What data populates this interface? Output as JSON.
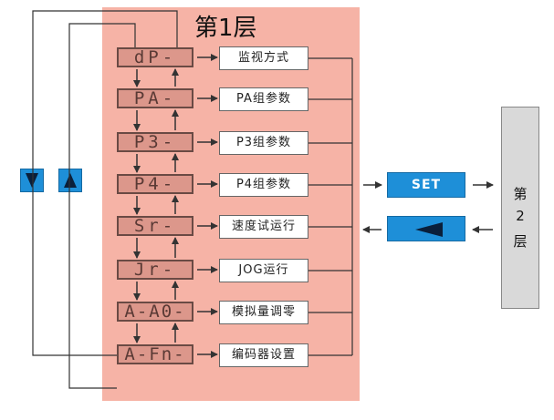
{
  "title": "第1层",
  "menu": [
    {
      "code": "dP-",
      "label": "监视方式"
    },
    {
      "code": "PA-",
      "label": "PA组参数"
    },
    {
      "code": "P3-",
      "label": "P3组参数"
    },
    {
      "code": "P4-",
      "label": "P4组参数"
    },
    {
      "code": "Sr-",
      "label": "速度试运行"
    },
    {
      "code": "Jr-",
      "label": "JOG运行"
    },
    {
      "code": "A-A0-",
      "label": "模拟量调零"
    },
    {
      "code": "A-Fn-",
      "label": "编码器设置"
    }
  ],
  "set_label": "SET",
  "layer2": {
    "line1": "第",
    "line2": "2",
    "line3": "层"
  },
  "colors": {
    "panel": "#f6b3a6",
    "code_box": "#dc978b",
    "button": "#1e8fd8",
    "layer2_box": "#d9d9d9"
  },
  "icons": {
    "down": "triangle-down-icon",
    "up": "triangle-up-icon",
    "back": "triangle-left-icon"
  }
}
